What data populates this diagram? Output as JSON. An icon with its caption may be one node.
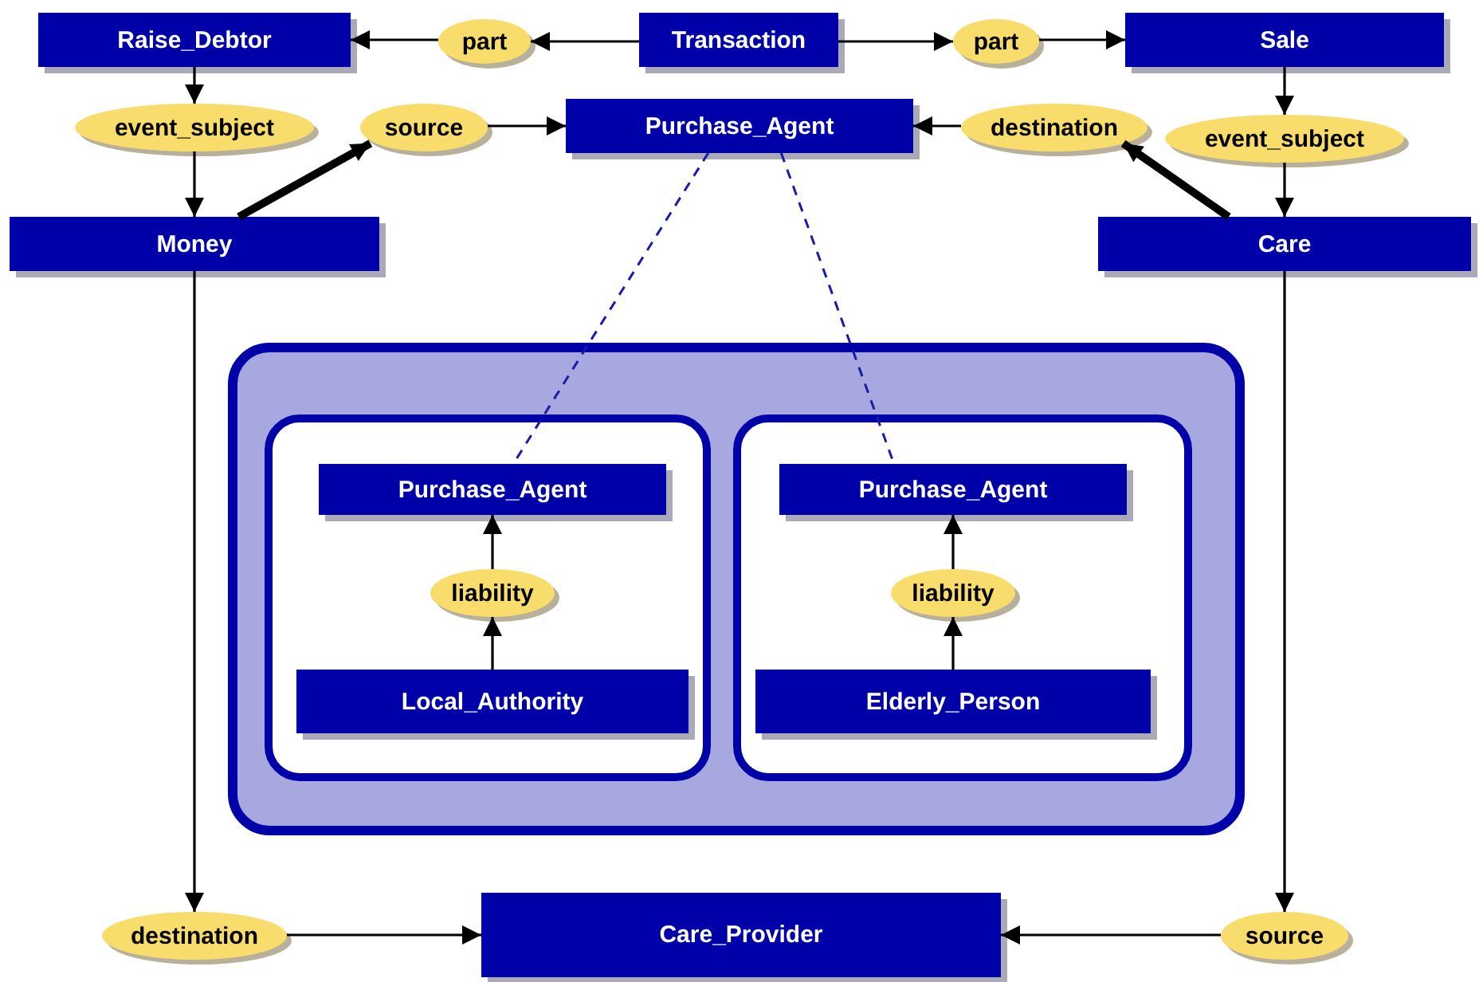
{
  "diagram": {
    "nodes": [
      {
        "text": [
          "Raise_Debtor"
        ]
      },
      {
        "text": [
          "part"
        ]
      },
      {
        "text": [
          "Transaction"
        ]
      },
      {
        "text": [
          "part"
        ]
      },
      {
        "text": [
          "Sale"
        ]
      },
      {
        "text": [
          "event_subject"
        ]
      },
      {
        "text": [
          "source"
        ]
      },
      {
        "text": [
          "Purchase_Agent"
        ]
      },
      {
        "text": [
          "destination"
        ]
      },
      {
        "text": [
          "event_subject"
        ]
      },
      {
        "text": [
          "Money"
        ]
      },
      {
        "text": [
          "Care"
        ]
      },
      {
        "text": [],
        "shape": "box"
      },
      {
        "text": [],
        "shape": "box",
        "in": 12
      },
      {
        "text": [
          "Purchase_Agent"
        ],
        "in": 13
      },
      {
        "text": [
          "liability"
        ],
        "in": 13
      },
      {
        "text": [
          "Local_Authority"
        ],
        "in": 13
      },
      {
        "text": [],
        "shape": "box",
        "in": 12
      },
      {
        "text": [
          "Purchase_Agent"
        ],
        "in": 17
      },
      {
        "text": [
          "liability"
        ],
        "in": 17
      },
      {
        "text": [
          "Elderly_Person"
        ],
        "in": 17
      },
      {
        "text": [
          "destination"
        ]
      },
      {
        "text": [
          "Care_Provider"
        ]
      },
      {
        "text": [
          "source"
        ]
      }
    ],
    "edges": [
      {
        "from": 2,
        "to": 1,
        "arrow": "to"
      },
      {
        "from": 1,
        "to": 0,
        "arrow": "to"
      },
      {
        "from": 2,
        "to": 3,
        "arrow": "to"
      },
      {
        "from": 3,
        "to": 4,
        "arrow": "to"
      },
      {
        "from": 0,
        "to": 5,
        "arrow": "to"
      },
      {
        "from": 5,
        "to": 10,
        "arrow": "to"
      },
      {
        "from": 10,
        "to": 6,
        "arrow": "to",
        "style": "thick"
      },
      {
        "from": 6,
        "to": 7,
        "arrow": "to"
      },
      {
        "from": 8,
        "to": 7,
        "arrow": "to"
      },
      {
        "from": 11,
        "to": 8,
        "arrow": "to",
        "style": "thick"
      },
      {
        "from": 4,
        "to": 9,
        "arrow": "to"
      },
      {
        "from": 9,
        "to": 11,
        "arrow": "to"
      },
      {
        "from": 7,
        "to": 14,
        "arrow": "none",
        "style": "dashed",
        "color": "#1a1aa8"
      },
      {
        "from": 7,
        "to": 18,
        "arrow": "none",
        "style": "dashed",
        "color": "#1a1aa8"
      },
      {
        "from": 16,
        "to": 15,
        "arrow": "to"
      },
      {
        "from": 15,
        "to": 14,
        "arrow": "to"
      },
      {
        "from": 20,
        "to": 19,
        "arrow": "to"
      },
      {
        "from": 19,
        "to": 18,
        "arrow": "to"
      },
      {
        "from": 10,
        "to": 21,
        "arrow": "to"
      },
      {
        "from": 21,
        "to": 22,
        "arrow": "to"
      },
      {
        "from": 11,
        "to": 23,
        "arrow": "to"
      },
      {
        "from": 23,
        "to": 22,
        "arrow": "to"
      }
    ]
  }
}
